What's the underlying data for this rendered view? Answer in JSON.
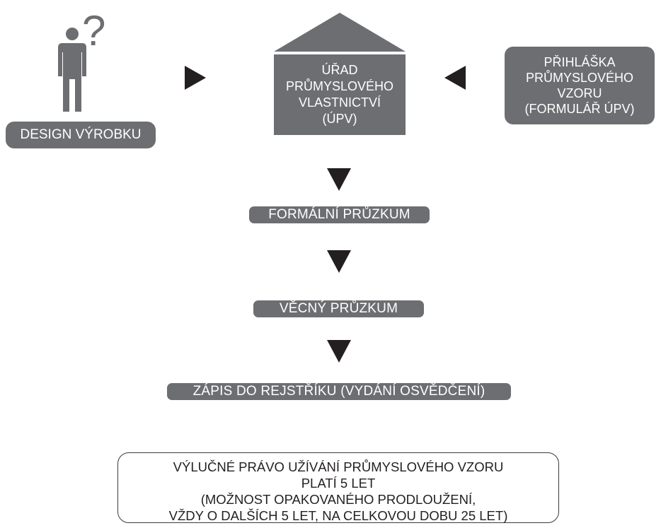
{
  "product": {
    "question_mark": "?",
    "label": "DESIGN VÝROBKU"
  },
  "office": {
    "lines": [
      "ÚŘAD",
      "PRŮMYSLOVÉHO",
      "VLASTNICTVÍ",
      "(ÚPV)"
    ]
  },
  "application": {
    "lines": [
      "PŘIHLÁŠKA",
      "PRŮMYSLOVÉHO",
      "VZORU",
      "(FORMULÁŘ ÚPV)"
    ]
  },
  "steps": [
    {
      "label": "FORMÁLNÍ PRŮZKUM"
    },
    {
      "label": "VĚCNÝ PRŮZKUM"
    },
    {
      "label": "ZÁPIS DO REJSTŘÍKU (VYDÁNÍ OSVĚDČENÍ)"
    }
  ],
  "result": {
    "lines": [
      "VÝLUČNÉ PRÁVO UŽÍVÁNÍ PRŮMYSLOVÉHO VZORU",
      "PLATÍ 5 LET",
      "(MOŽNOST OPAKOVANÉHO PRODLOUŽENÍ,",
      "VŽDY O DALŠÍCH 5 LET, NA CELKOVOU DOBU 25 LET)"
    ]
  },
  "colors": {
    "box_fill": "#6d6e71",
    "arrow": "#231f20",
    "text_light": "#ffffff",
    "text_dark": "#231f20"
  }
}
